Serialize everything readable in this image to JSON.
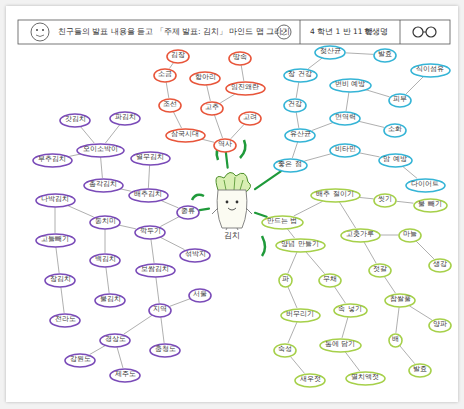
{
  "diagram": {
    "title": "친구들의 발표 내용을 듣고 「주제 발표: 김치」 마인드 맵 그리기",
    "nodes": [
      {
        "text": [
          "김치"
        ]
      },
      {
        "text": [
          "역사"
        ]
      },
      {
        "text": [
          "삼국시대"
        ]
      },
      {
        "text": [
          "고려"
        ]
      },
      {
        "text": [
          "조선"
        ]
      },
      {
        "text": [
          "고추"
        ]
      },
      {
        "text": [
          "임진왜란"
        ]
      },
      {
        "text": [
          "소금"
        ]
      },
      {
        "text": [
          "항아리"
        ]
      },
      {
        "text": [
          "땅속"
        ]
      },
      {
        "text": [
          "김장"
        ]
      },
      {
        "text": [
          "좋은 점"
        ]
      },
      {
        "text": [
          "유산균"
        ]
      },
      {
        "text": [
          "비타민"
        ]
      },
      {
        "text": [
          "건강"
        ]
      },
      {
        "text": [
          "면역력"
        ]
      },
      {
        "text": [
          "소화"
        ]
      },
      {
        "text": [
          "암 예방"
        ]
      },
      {
        "text": [
          "다이어트"
        ]
      },
      {
        "text": [
          "장 건강"
        ]
      },
      {
        "text": [
          "변비 예방"
        ]
      },
      {
        "text": [
          "피부"
        ]
      },
      {
        "text": [
          "식이섬유"
        ]
      },
      {
        "text": [
          "젖산균"
        ]
      },
      {
        "text": [
          "발효"
        ]
      },
      {
        "text": [
          "종류"
        ]
      },
      {
        "text": [
          "배추김치"
        ]
      },
      {
        "text": [
          "깍두기"
        ]
      },
      {
        "text": [
          "열무김치"
        ]
      },
      {
        "text": [
          "총각김치"
        ]
      },
      {
        "text": [
          "오이소박이"
        ]
      },
      {
        "text": [
          "파김치"
        ]
      },
      {
        "text": [
          "갓김치"
        ]
      },
      {
        "text": [
          "부추김치"
        ]
      },
      {
        "text": [
          "동치미"
        ]
      },
      {
        "text": [
          "나박김치"
        ]
      },
      {
        "text": [
          "백김치"
        ]
      },
      {
        "text": [
          "보쌈김치"
        ]
      },
      {
        "text": [
          "고들빼기"
        ]
      },
      {
        "text": [
          "섞박지"
        ]
      },
      {
        "text": [
          "장김치"
        ]
      },
      {
        "text": [
          "물김치"
        ]
      },
      {
        "text": [
          "지역"
        ]
      },
      {
        "text": [
          "서울"
        ]
      },
      {
        "text": [
          "전라도"
        ]
      },
      {
        "text": [
          "경상도"
        ]
      },
      {
        "text": [
          "충청도"
        ]
      },
      {
        "text": [
          "강원도"
        ]
      },
      {
        "text": [
          "제주도"
        ]
      },
      {
        "text": [
          "만드는 법"
        ]
      },
      {
        "text": [
          "배추 절이기"
        ]
      },
      {
        "text": [
          "씻기"
        ]
      },
      {
        "text": [
          "물 빼기"
        ]
      },
      {
        "text": [
          "양념 만들기"
        ]
      },
      {
        "text": [
          "고춧가루"
        ]
      },
      {
        "text": [
          "마늘"
        ]
      },
      {
        "text": [
          "생강"
        ]
      },
      {
        "text": [
          "파"
        ]
      },
      {
        "text": [
          "무채"
        ]
      },
      {
        "text": [
          "젓갈"
        ]
      },
      {
        "text": [
          "버무리기"
        ]
      },
      {
        "text": [
          "속 넣기"
        ]
      },
      {
        "text": [
          "찹쌀풀"
        ]
      },
      {
        "text": [
          "숙성"
        ]
      },
      {
        "text": [
          "통에 담기"
        ]
      },
      {
        "text": [
          "배"
        ]
      },
      {
        "text": [
          "양파"
        ]
      },
      {
        "text": [
          "새우젓"
        ]
      },
      {
        "text": [
          "멸치액젓"
        ]
      },
      {
        "text": [
          "발효"
        ]
      }
    ],
    "edges": [
      {
        "from": 0,
        "to": 1,
        "arrow": "none"
      },
      {
        "from": 1,
        "to": 2,
        "arrow": "none"
      },
      {
        "from": 1,
        "to": 3,
        "arrow": "none"
      },
      {
        "from": 2,
        "to": 4,
        "arrow": "none"
      },
      {
        "from": 1,
        "to": 5,
        "arrow": "none"
      },
      {
        "from": 5,
        "to": 6,
        "arrow": "none"
      },
      {
        "from": 4,
        "to": 7,
        "arrow": "none"
      },
      {
        "from": 5,
        "to": 8,
        "arrow": "none"
      },
      {
        "from": 6,
        "to": 9,
        "arrow": "none"
      },
      {
        "from": 7,
        "to": 10,
        "arrow": "none"
      },
      {
        "from": 0,
        "to": 11,
        "arrow": "none"
      },
      {
        "from": 11,
        "to": 12,
        "arrow": "none"
      },
      {
        "from": 11,
        "to": 13,
        "arrow": "none"
      },
      {
        "from": 12,
        "to": 14,
        "arrow": "none"
      },
      {
        "from": 12,
        "to": 15,
        "arrow": "none"
      },
      {
        "from": 15,
        "to": 16,
        "arrow": "none"
      },
      {
        "from": 13,
        "to": 17,
        "arrow": "none"
      },
      {
        "from": 17,
        "to": 18,
        "arrow": "none"
      },
      {
        "from": 14,
        "to": 19,
        "arrow": "none"
      },
      {
        "from": 15,
        "to": 20,
        "arrow": "none"
      },
      {
        "from": 20,
        "to": 21,
        "arrow": "none"
      },
      {
        "from": 21,
        "to": 22,
        "arrow": "none"
      },
      {
        "from": 19,
        "to": 23,
        "arrow": "none"
      },
      {
        "from": 23,
        "to": 24,
        "arrow": "none"
      },
      {
        "from": 0,
        "to": 25,
        "arrow": "none"
      },
      {
        "from": 25,
        "to": 26,
        "arrow": "none"
      },
      {
        "from": 25,
        "to": 27,
        "arrow": "none"
      },
      {
        "from": 26,
        "to": 28,
        "arrow": "none"
      },
      {
        "from": 26,
        "to": 29,
        "arrow": "none"
      },
      {
        "from": 29,
        "to": 30,
        "arrow": "none"
      },
      {
        "from": 30,
        "to": 31,
        "arrow": "none"
      },
      {
        "from": 30,
        "to": 32,
        "arrow": "none"
      },
      {
        "from": 30,
        "to": 33,
        "arrow": "none"
      },
      {
        "from": 27,
        "to": 34,
        "arrow": "none"
      },
      {
        "from": 34,
        "to": 35,
        "arrow": "none"
      },
      {
        "from": 34,
        "to": 36,
        "arrow": "none"
      },
      {
        "from": 27,
        "to": 37,
        "arrow": "none"
      },
      {
        "from": 35,
        "to": 38,
        "arrow": "none"
      },
      {
        "from": 27,
        "to": 39,
        "arrow": "none"
      },
      {
        "from": 38,
        "to": 40,
        "arrow": "none"
      },
      {
        "from": 36,
        "to": 41,
        "arrow": "none"
      },
      {
        "from": 37,
        "to": 42,
        "arrow": "none"
      },
      {
        "from": 42,
        "to": 43,
        "arrow": "none"
      },
      {
        "from": 40,
        "to": 44,
        "arrow": "none"
      },
      {
        "from": 42,
        "to": 45,
        "arrow": "none"
      },
      {
        "from": 42,
        "to": 46,
        "arrow": "none"
      },
      {
        "from": 45,
        "to": 47,
        "arrow": "none"
      },
      {
        "from": 45,
        "to": 48,
        "arrow": "none"
      },
      {
        "from": 0,
        "to": 49,
        "arrow": "none"
      },
      {
        "from": 49,
        "to": 50,
        "arrow": "none"
      },
      {
        "from": 50,
        "to": 51,
        "arrow": "none"
      },
      {
        "from": 51,
        "to": 52,
        "arrow": "none"
      },
      {
        "from": 49,
        "to": 53,
        "arrow": "none"
      },
      {
        "from": 50,
        "to": 54,
        "arrow": "none"
      },
      {
        "from": 54,
        "to": 55,
        "arrow": "none"
      },
      {
        "from": 55,
        "to": 56,
        "arrow": "none"
      },
      {
        "from": 53,
        "to": 57,
        "arrow": "none"
      },
      {
        "from": 53,
        "to": 58,
        "arrow": "none"
      },
      {
        "from": 54,
        "to": 59,
        "arrow": "none"
      },
      {
        "from": 57,
        "to": 60,
        "arrow": "none"
      },
      {
        "from": 58,
        "to": 61,
        "arrow": "none"
      },
      {
        "from": 59,
        "to": 62,
        "arrow": "none"
      },
      {
        "from": 60,
        "to": 63,
        "arrow": "none"
      },
      {
        "from": 61,
        "to": 64,
        "arrow": "none"
      },
      {
        "from": 62,
        "to": 65,
        "arrow": "none"
      },
      {
        "from": 62,
        "to": 66,
        "arrow": "none"
      },
      {
        "from": 63,
        "to": 67,
        "arrow": "none"
      },
      {
        "from": 64,
        "to": 68,
        "arrow": "none"
      },
      {
        "from": 65,
        "to": 69,
        "arrow": "none"
      }
    ],
    "labels": [
      "4 학년 1 반 11 번",
      "학생명"
    ]
  }
}
